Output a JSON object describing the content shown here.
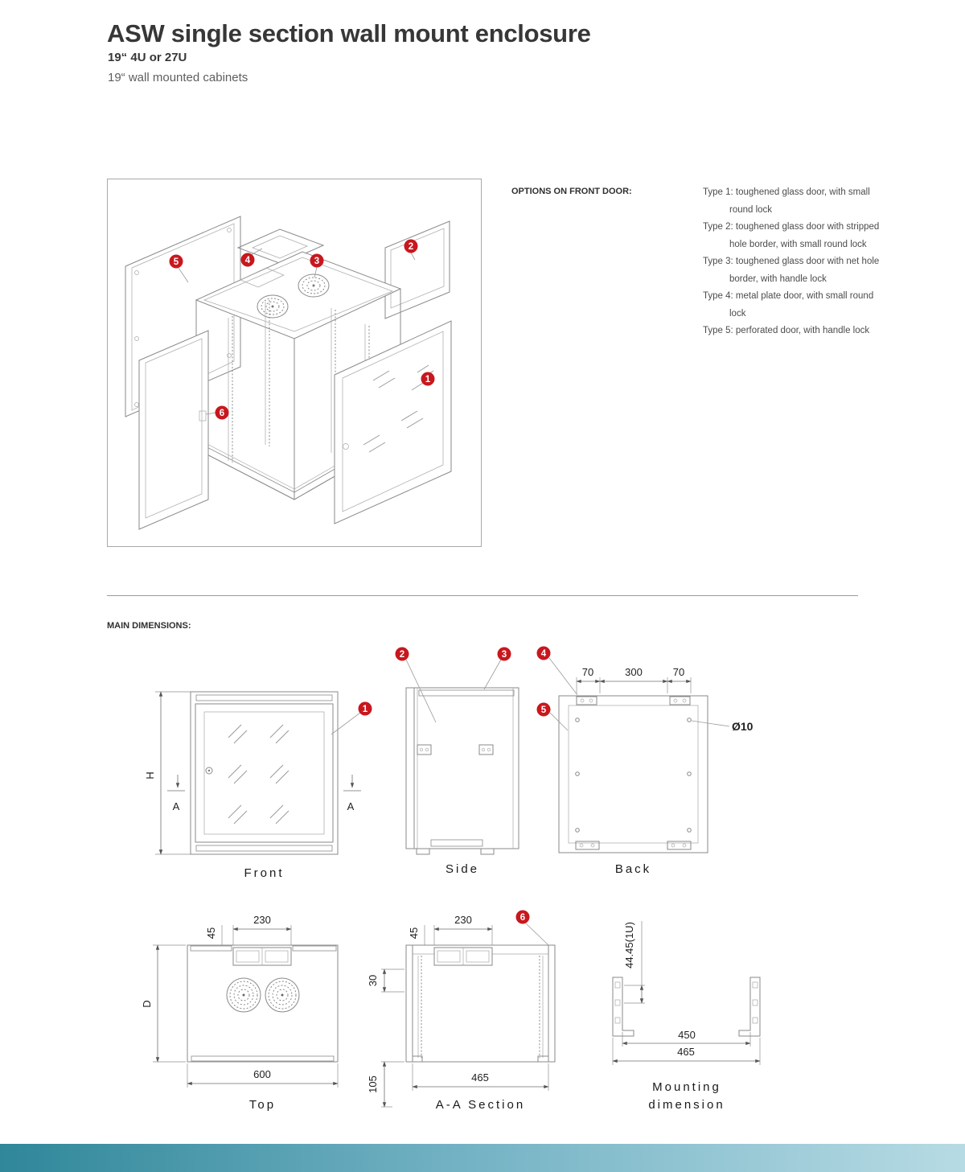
{
  "header": {
    "title": "ASW single section wall mount enclosure",
    "subtitle": "19“ 4U or 27U",
    "tagline": "19“ wall mounted cabinets"
  },
  "options": {
    "heading": "OPTIONS ON FRONT DOOR:",
    "items": [
      "Type 1: toughened glass door, with  small\nround lock",
      "Type 2: toughened glass door with stripped\nhole border, with small round lock",
      "Type 3: toughened glass door with net hole\nborder, with handle lock",
      "Type 4: metal plate door, with small round\nlock",
      "Type 5: perforated door, with handle lock"
    ]
  },
  "dimensions_heading": "MAIN DIMENSIONS:",
  "callouts": [
    "1",
    "2",
    "3",
    "4",
    "5",
    "6"
  ],
  "views": {
    "front": {
      "label": "Front",
      "height_dim": "H",
      "section_letter": "A"
    },
    "side": {
      "label": "Side"
    },
    "back": {
      "label": "Back",
      "dim_left": "70",
      "dim_center": "300",
      "dim_right": "70",
      "hole_dim": "Ø10"
    },
    "top": {
      "label": "Top",
      "dim_offset": "45",
      "dim_opening": "230",
      "depth_dim": "D",
      "dim_width": "600"
    },
    "section": {
      "label": "A-A Section",
      "dim_offset": "45",
      "dim_opening": "230",
      "dim_rail": "30",
      "dim_bottom": "105",
      "dim_inner": "465"
    },
    "mounting": {
      "label_line1": "Mounting",
      "label_line2": "dimension",
      "dim_unit": "44.45(1U)",
      "dim_inner": "450",
      "dim_outer": "465"
    }
  },
  "colors": {
    "callout_red": "#c8171e",
    "footer_start": "#2f8799",
    "footer_end": "#b7dbe4"
  }
}
